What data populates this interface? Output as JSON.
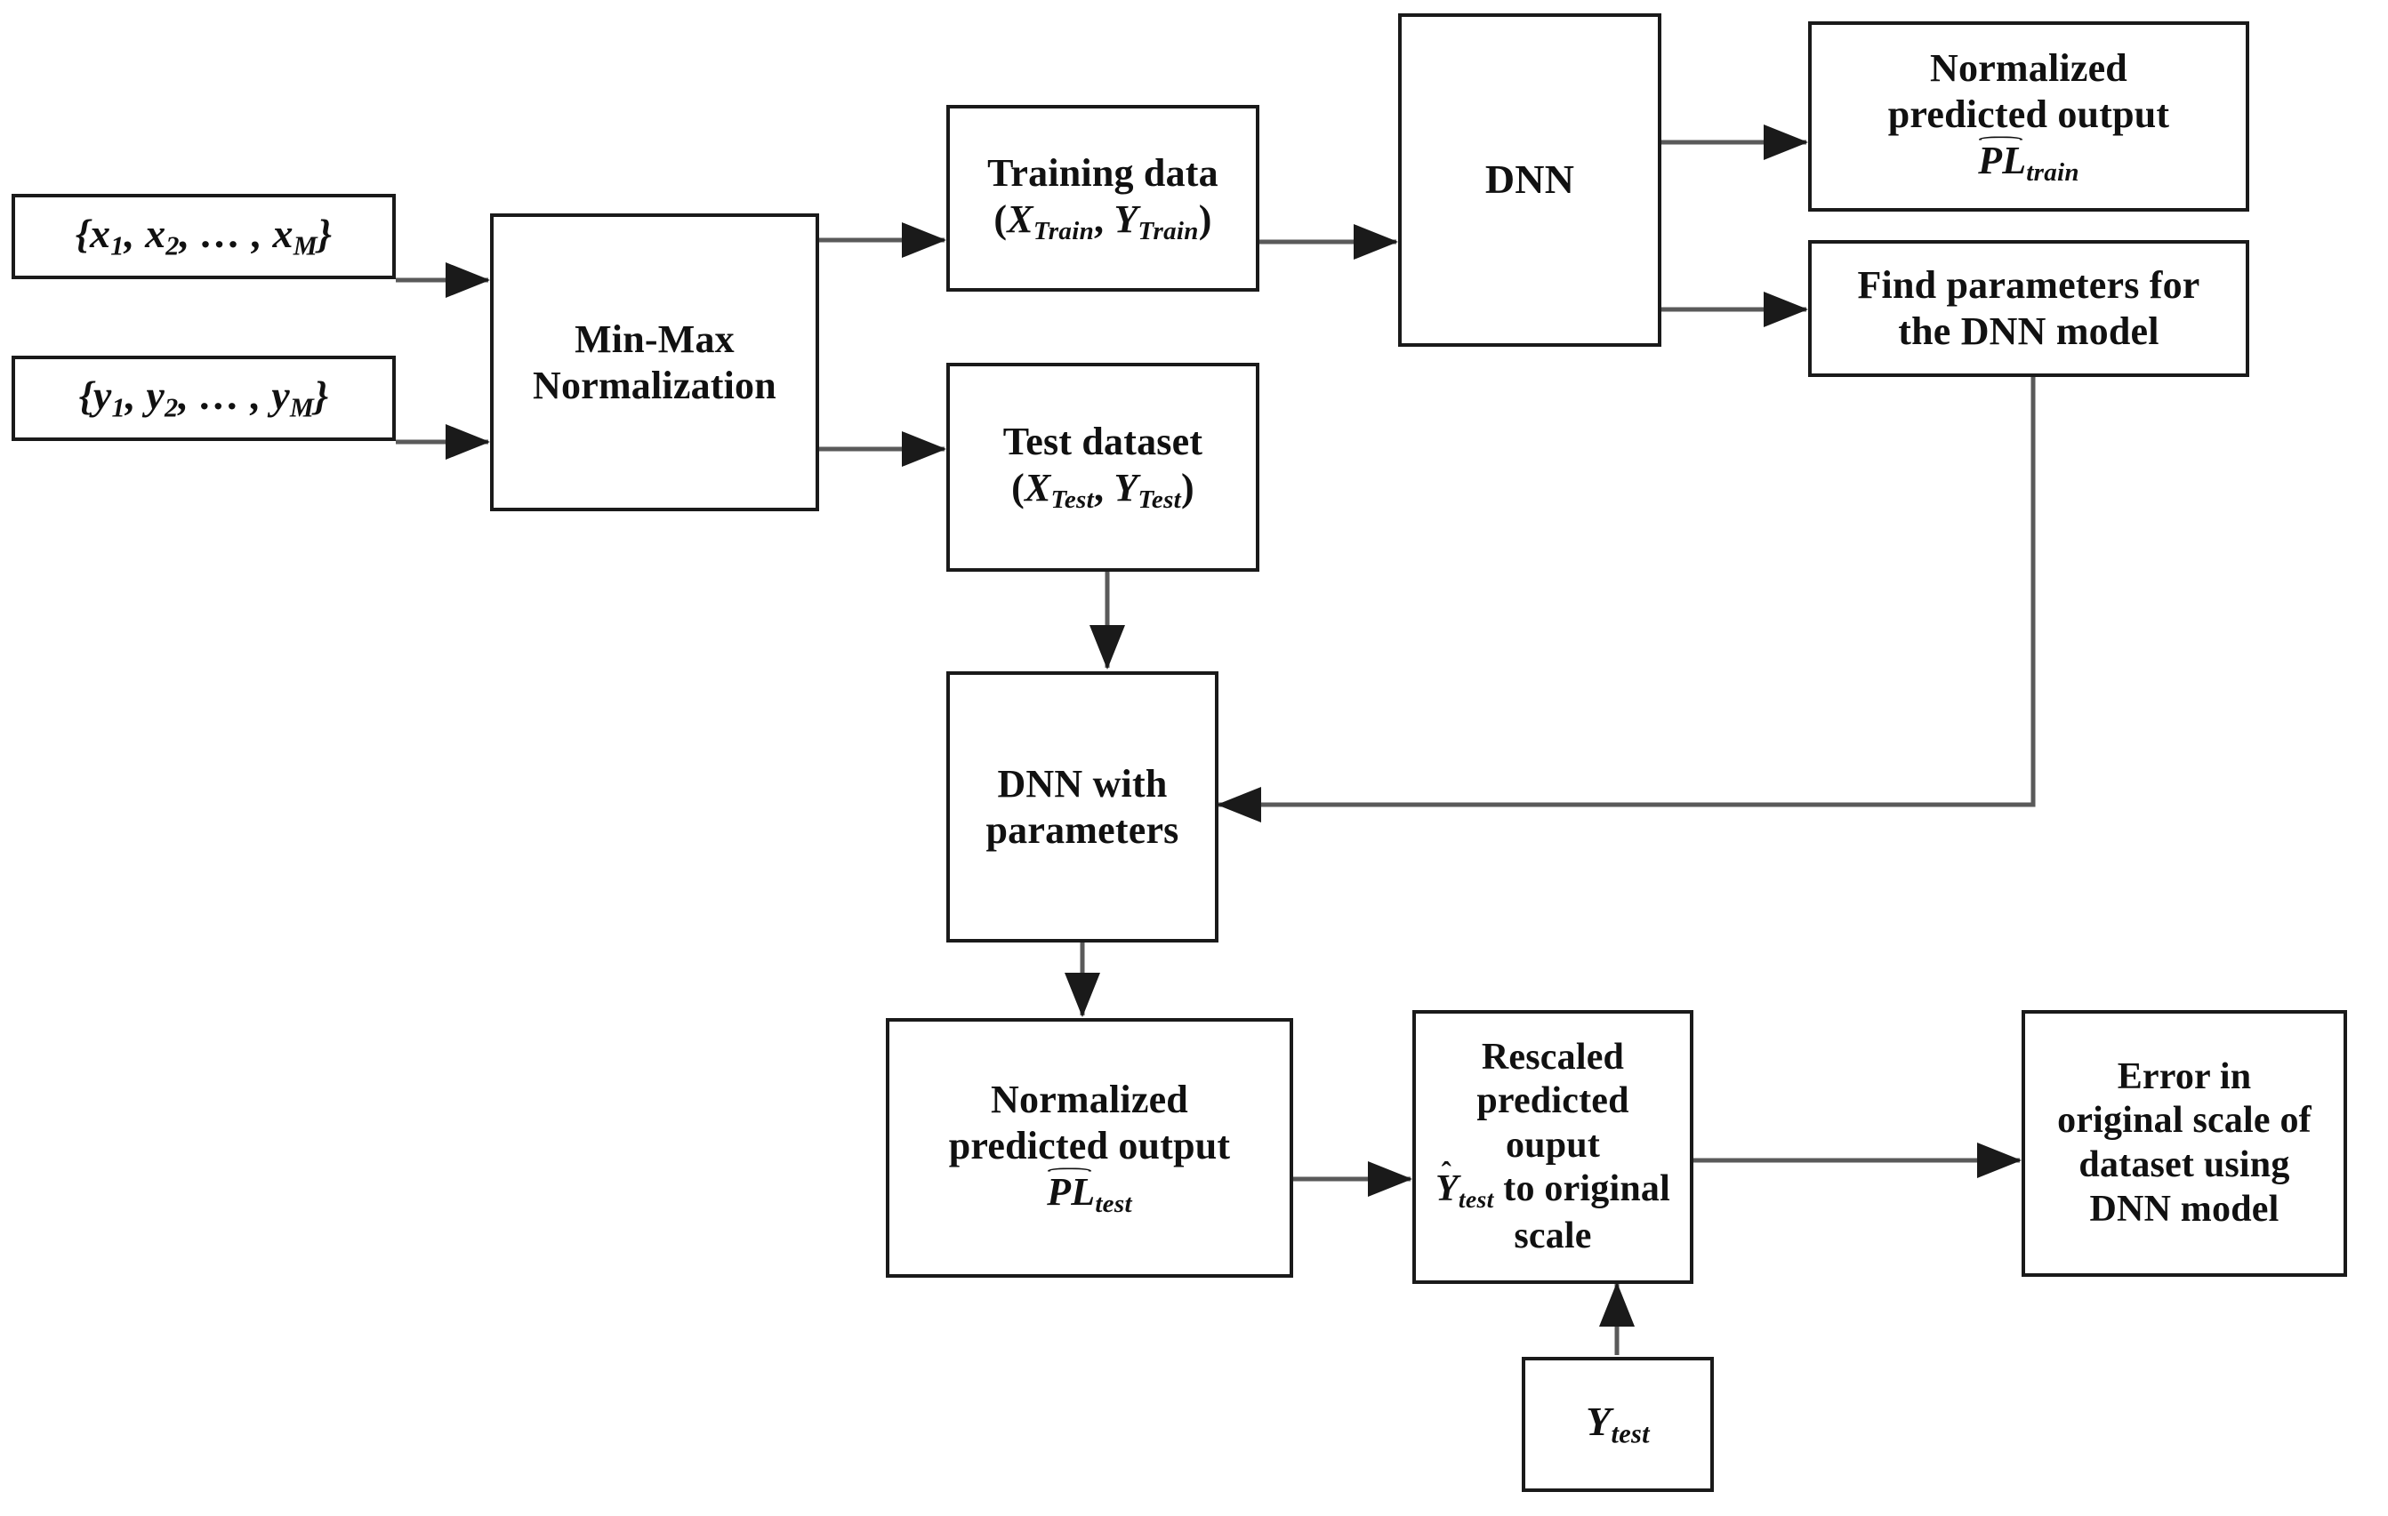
{
  "diagram": {
    "type": "flowchart",
    "title": "DNN path loss prediction workflow",
    "background_color": "#ffffff",
    "line_color": "#555555",
    "box_border_color": "#1a1a1a",
    "text_color": "#111111",
    "nodes": [
      {
        "id": "x-input",
        "label": "{x₁, x₂, … , xₘ}",
        "shape": "rectangle"
      },
      {
        "id": "y-input",
        "label": "{y₁, y₂, … , yₘ}",
        "shape": "rectangle"
      },
      {
        "id": "minmax",
        "line1": "Min-Max",
        "line2": "Normalization",
        "shape": "rectangle"
      },
      {
        "id": "training-data",
        "line1": "Training data",
        "line2": "(X_Train, Y_Train)",
        "shape": "rectangle"
      },
      {
        "id": "test-dataset",
        "line1": "Test dataset",
        "line2": "(X_Test, Y_Test)",
        "shape": "rectangle"
      },
      {
        "id": "dnn",
        "label": "DNN",
        "shape": "rectangle"
      },
      {
        "id": "norm-pred-train",
        "line1": "Normalized",
        "line2": "predicted output",
        "line3": "PL̂_train",
        "shape": "rectangle"
      },
      {
        "id": "find-parameters",
        "line1": "Find parameters for",
        "line2": "the DNN model",
        "shape": "rectangle"
      },
      {
        "id": "dnn-with-params",
        "line1": "DNN with",
        "line2": "parameters",
        "shape": "rectangle"
      },
      {
        "id": "norm-pred-test",
        "line1": "Normalized",
        "line2": "predicted output",
        "line3": "PL̂_test",
        "shape": "rectangle"
      },
      {
        "id": "rescaled-output",
        "line1": "Rescaled",
        "line2": "predicted ouput",
        "line3": "Ŷ_test to original",
        "line4": "scale",
        "shape": "rectangle"
      },
      {
        "id": "error-box",
        "line1": "Error in",
        "line2": "original scale of",
        "line3": "dataset using",
        "line4": "DNN model",
        "shape": "rectangle"
      },
      {
        "id": "y-test",
        "label": "Y_test",
        "shape": "rectangle"
      }
    ],
    "edges": [
      {
        "from": "x-input",
        "to": "minmax"
      },
      {
        "from": "y-input",
        "to": "minmax"
      },
      {
        "from": "minmax",
        "to": "training-data"
      },
      {
        "from": "minmax",
        "to": "test-dataset"
      },
      {
        "from": "training-data",
        "to": "dnn"
      },
      {
        "from": "dnn",
        "to": "norm-pred-train"
      },
      {
        "from": "dnn",
        "to": "find-parameters"
      },
      {
        "from": "test-dataset",
        "to": "dnn-with-params"
      },
      {
        "from": "find-parameters",
        "to": "dnn-with-params"
      },
      {
        "from": "dnn-with-params",
        "to": "norm-pred-test"
      },
      {
        "from": "norm-pred-test",
        "to": "rescaled-output"
      },
      {
        "from": "rescaled-output",
        "to": "error-box"
      },
      {
        "from": "y-test",
        "to": "rescaled-output"
      }
    ]
  },
  "text": {
    "x_set_open": "{",
    "x_set_body": "x",
    "y_set_body": "y",
    "minmax_l1": "Min-Max",
    "minmax_l2": "Normalization",
    "training_l1": "Training data",
    "test_l1": "Test dataset",
    "dnn": "DNN",
    "normalized": "Normalized",
    "predicted_output": "predicted output",
    "find_params_l1": "Find parameters for",
    "find_params_l2": "the DNN model",
    "dnn_with_l1": "DNN with",
    "dnn_with_l2": "parameters",
    "rescaled_l1": "Rescaled",
    "rescaled_l2": "predicted ouput",
    "rescaled_l3_tail": "to original",
    "rescaled_l4": "scale",
    "error_l1": "Error in",
    "error_l2": "original scale of",
    "error_l3": "dataset using",
    "error_l4": "DNN model",
    "sub_train": "Train",
    "sub_test": "Test",
    "sub_train_lower": "train",
    "sub_test_lower": "test",
    "sub_M": "M",
    "sub_1": "1",
    "sub_2": "2",
    "PL": "PL",
    "X": "X",
    "Y": "Y",
    "ellipsis": ", … , ",
    "comma": ", ",
    "paren_open": "(",
    "paren_close": ")",
    "brace_open": "{",
    "brace_close": "}"
  }
}
